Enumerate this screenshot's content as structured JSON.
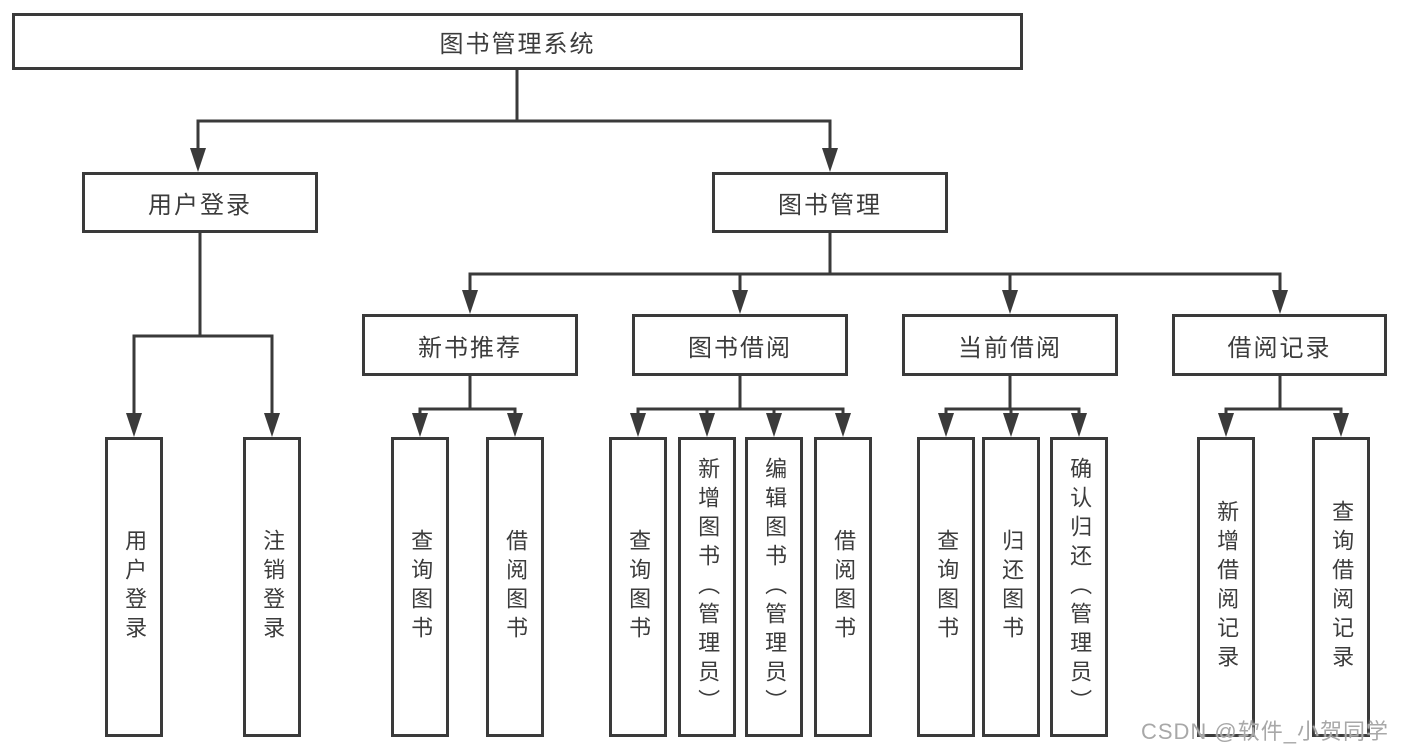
{
  "root_label": "图书管理系统",
  "level2": {
    "user_login": "用户登录",
    "book_management": "图书管理"
  },
  "level3": {
    "new_book_recommend": "新书推荐",
    "book_borrowing": "图书借阅",
    "current_borrowing": "当前借阅",
    "borrowing_records": "借阅记录"
  },
  "leaves": {
    "user_login": "用户登录",
    "logout_login": "注销登录",
    "recommend_query_books": "查询图书",
    "recommend_borrow_books": "借阅图书",
    "borrowing_query_books": "查询图书",
    "borrowing_add_books": "新增图书（管理员）",
    "borrowing_edit_books": "编辑图书（管理员）",
    "borrowing_borrow_books": "借阅图书",
    "current_query_books": "查询图书",
    "current_return_books": "归还图书",
    "current_confirm_return": "确认归还（管理员）",
    "records_add_record": "新增借阅记录",
    "records_query_record": "查询借阅记录"
  },
  "watermark": "CSDN @软件_小贺同学",
  "colors": {
    "line": "#3a3a3a",
    "text": "#3c3c3c",
    "watermark": "#a8a8a8"
  }
}
